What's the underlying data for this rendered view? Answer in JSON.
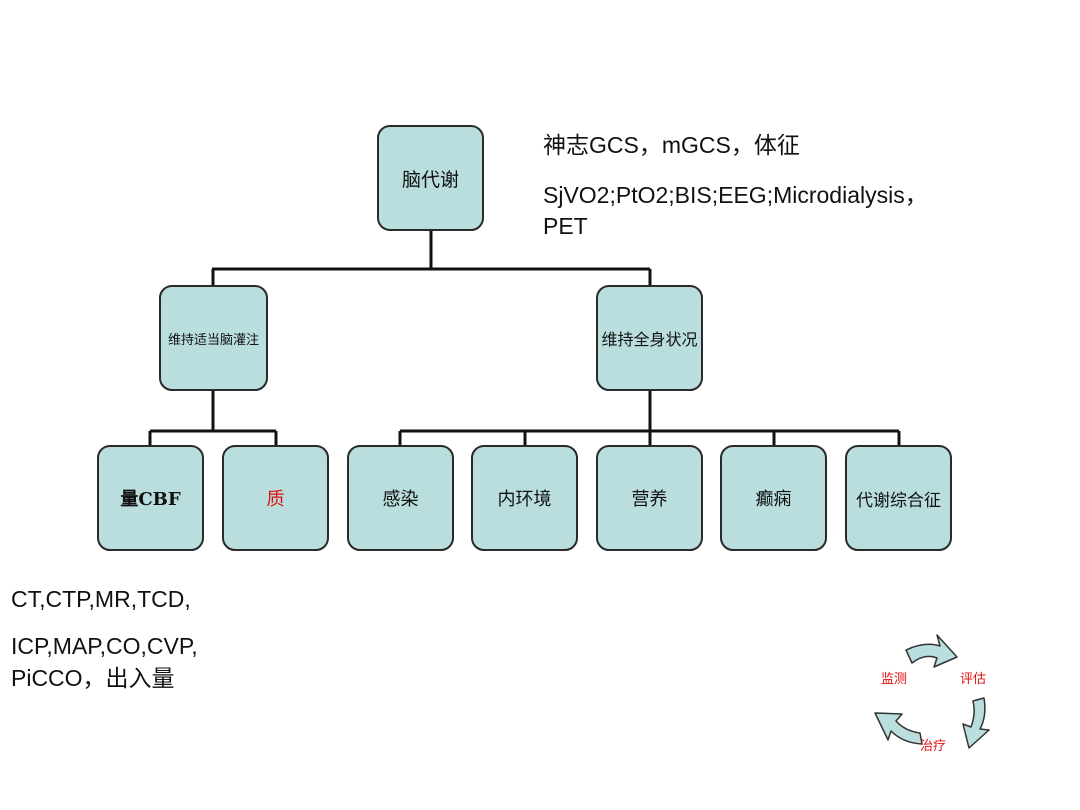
{
  "diagram": {
    "root": "脑代谢",
    "branches": [
      {
        "label": "维持适当脑灌注",
        "children": [
          "量CBF",
          "质"
        ]
      },
      {
        "label": "维持全身状况",
        "children": [
          "感染",
          "内环境",
          "营养",
          "癫痫",
          "代谢综合征"
        ]
      }
    ]
  },
  "notes": {
    "monitoring_line1": "神志GCS，mGCS，体征",
    "monitoring_line2": "SjVO2;PtO2;BIS;EEG;Microdialysis，PET",
    "quantity": "CT,CTP,MR,TCD,",
    "quality_line1": "ICP,MAP,CO,CVP,",
    "quality_line2": "PiCCO，出入量"
  },
  "cycle": {
    "monitor": "监测",
    "assess": "评估",
    "treat": "治疗"
  },
  "colors": {
    "node_fill": "#b9dedd",
    "node_border": "#2a2a2a",
    "highlight_text": "#e01010",
    "arrow_fill": "#b9dedd"
  }
}
